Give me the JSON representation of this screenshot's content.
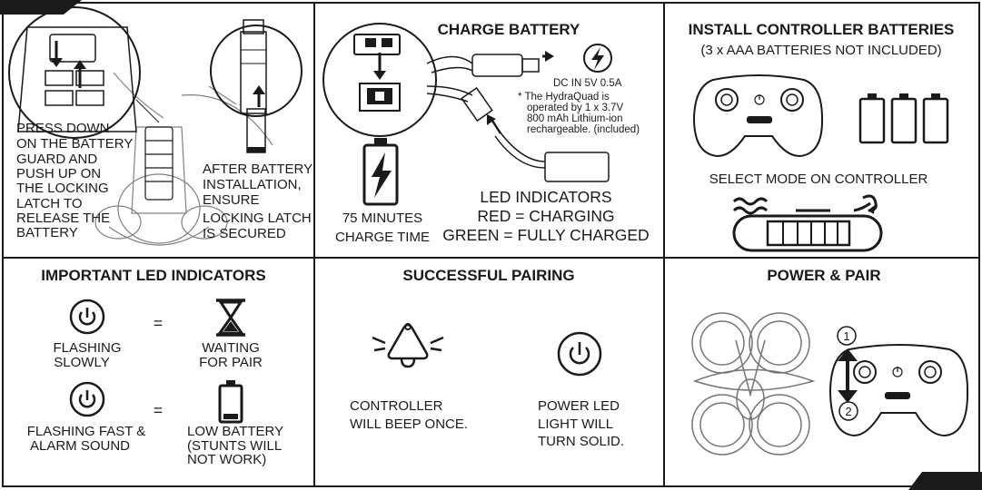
{
  "battery_panel": {
    "press_text": [
      "PRESS DOWN",
      "ON THE BATTERY",
      "GUARD AND",
      "PUSH UP ON",
      "THE LOCKING",
      "LATCH TO",
      "RELEASE THE",
      "BATTERY"
    ],
    "after_text": [
      "AFTER BATTERY",
      "INSTALLATION,",
      "ENSURE",
      "LOCKING LATCH",
      "IS SECURED"
    ]
  },
  "charge_panel": {
    "title": "CHARGE BATTERY",
    "dc_in": "DC IN 5V 0.5A",
    "note": [
      "* The HydraQuad is",
      "operated by 1 x 3.7V",
      "800 mAh Lithium-ion",
      "rechargeable. (included)"
    ],
    "charge_time": [
      "75 MINUTES",
      "CHARGE TIME"
    ],
    "led_title": "LED INDICATORS",
    "led_red": "RED = CHARGING",
    "led_green": "GREEN = FULLY CHARGED"
  },
  "controller_panel": {
    "title": "INSTALL CONTROLLER BATTERIES",
    "subtitle": "(3 x AAA BATTERIES NOT INCLUDED)",
    "mode_title": "SELECT MODE ON CONTROLLER"
  },
  "led_panel": {
    "title": "IMPORTANT LED INDICATORS",
    "flash_slow": [
      "FLASHING",
      "SLOWLY"
    ],
    "waiting": [
      "WAITING",
      "FOR PAIR"
    ],
    "flash_fast": [
      "FLASHING FAST &",
      "ALARM SOUND"
    ],
    "low_battery": [
      "LOW BATTERY",
      "(STUNTS WILL",
      "NOT WORK)"
    ],
    "equals": "="
  },
  "pairing_panel": {
    "title": "SUCCESSFUL PAIRING",
    "beep": [
      "CONTROLLER",
      "WILL BEEP ONCE."
    ],
    "solid": [
      "POWER LED",
      "LIGHT WILL",
      "TURN SOLID."
    ]
  },
  "power_panel": {
    "title": "POWER & PAIR",
    "step1": "①",
    "step2": "②"
  },
  "icons": [
    "power-icon",
    "bolt-icon",
    "battery-icon",
    "hourglass-icon",
    "bell-icon",
    "arrow-icon"
  ]
}
